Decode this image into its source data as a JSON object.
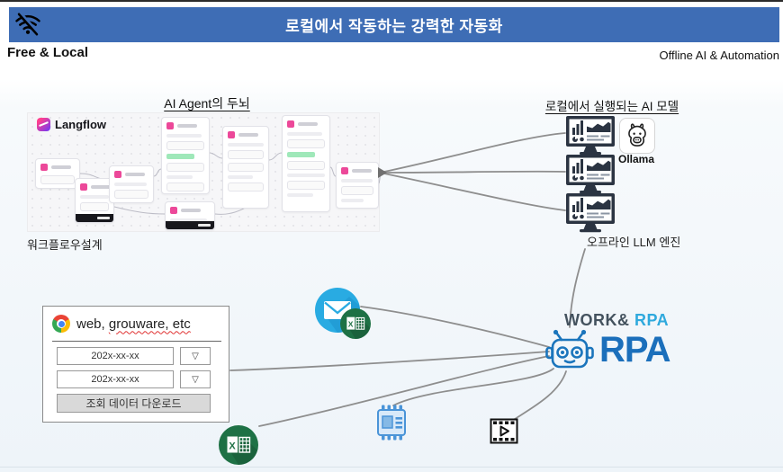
{
  "header": {
    "title": "로컬에서 작동하는 강력한 자동화",
    "bg_color": "#3e6db5",
    "icon": "wifi-off-icon"
  },
  "subheader": {
    "left": "Free & Local",
    "right": "Offline AI & Automation"
  },
  "agent_section": {
    "heading": "AI Agent의 두뇌",
    "tool_logo": "Langflow",
    "caption": "워크플로우설계"
  },
  "model_section": {
    "heading": "로컬에서 실행되는 AI 모델",
    "ollama_label": "Ollama",
    "caption": "오프라인 LLM 엔진",
    "monitor_count": 3
  },
  "web_box": {
    "title_prefix": "web, ",
    "title_misspelled": "grouware, etc",
    "rows": [
      {
        "date": "202x-xx-xx",
        "dropdown": "▽"
      },
      {
        "date": "202x-xx-xx",
        "dropdown": "▽"
      }
    ],
    "button_label": "조회 데이터 다운로드"
  },
  "rpa_section": {
    "work_label": "WORK&",
    "rpa_label": " RPA",
    "rpa_big": "RPA"
  },
  "icons": {
    "wifi_off": "wifi-off-icon",
    "chrome": "chrome-icon",
    "email": "email-envelope-icon",
    "excel": "excel-icon",
    "robot": "rpa-robot-icon",
    "ollama": "ollama-llama-icon",
    "monitor": "monitor-chart-icon",
    "cpu": "cpu-chip-icon",
    "video": "video-film-icon"
  },
  "colors": {
    "header_bg": "#3e6db5",
    "rpa_blue": "#1b6fbb",
    "rpa_cyan": "#2fa9dd",
    "work_gray": "#44525e",
    "excel_green": "#1e7145",
    "email_blue": "#29abe2",
    "monitor_dark": "#2b3442",
    "connector_gray": "#8e8e8e",
    "squiggle_red": "#e03131"
  }
}
